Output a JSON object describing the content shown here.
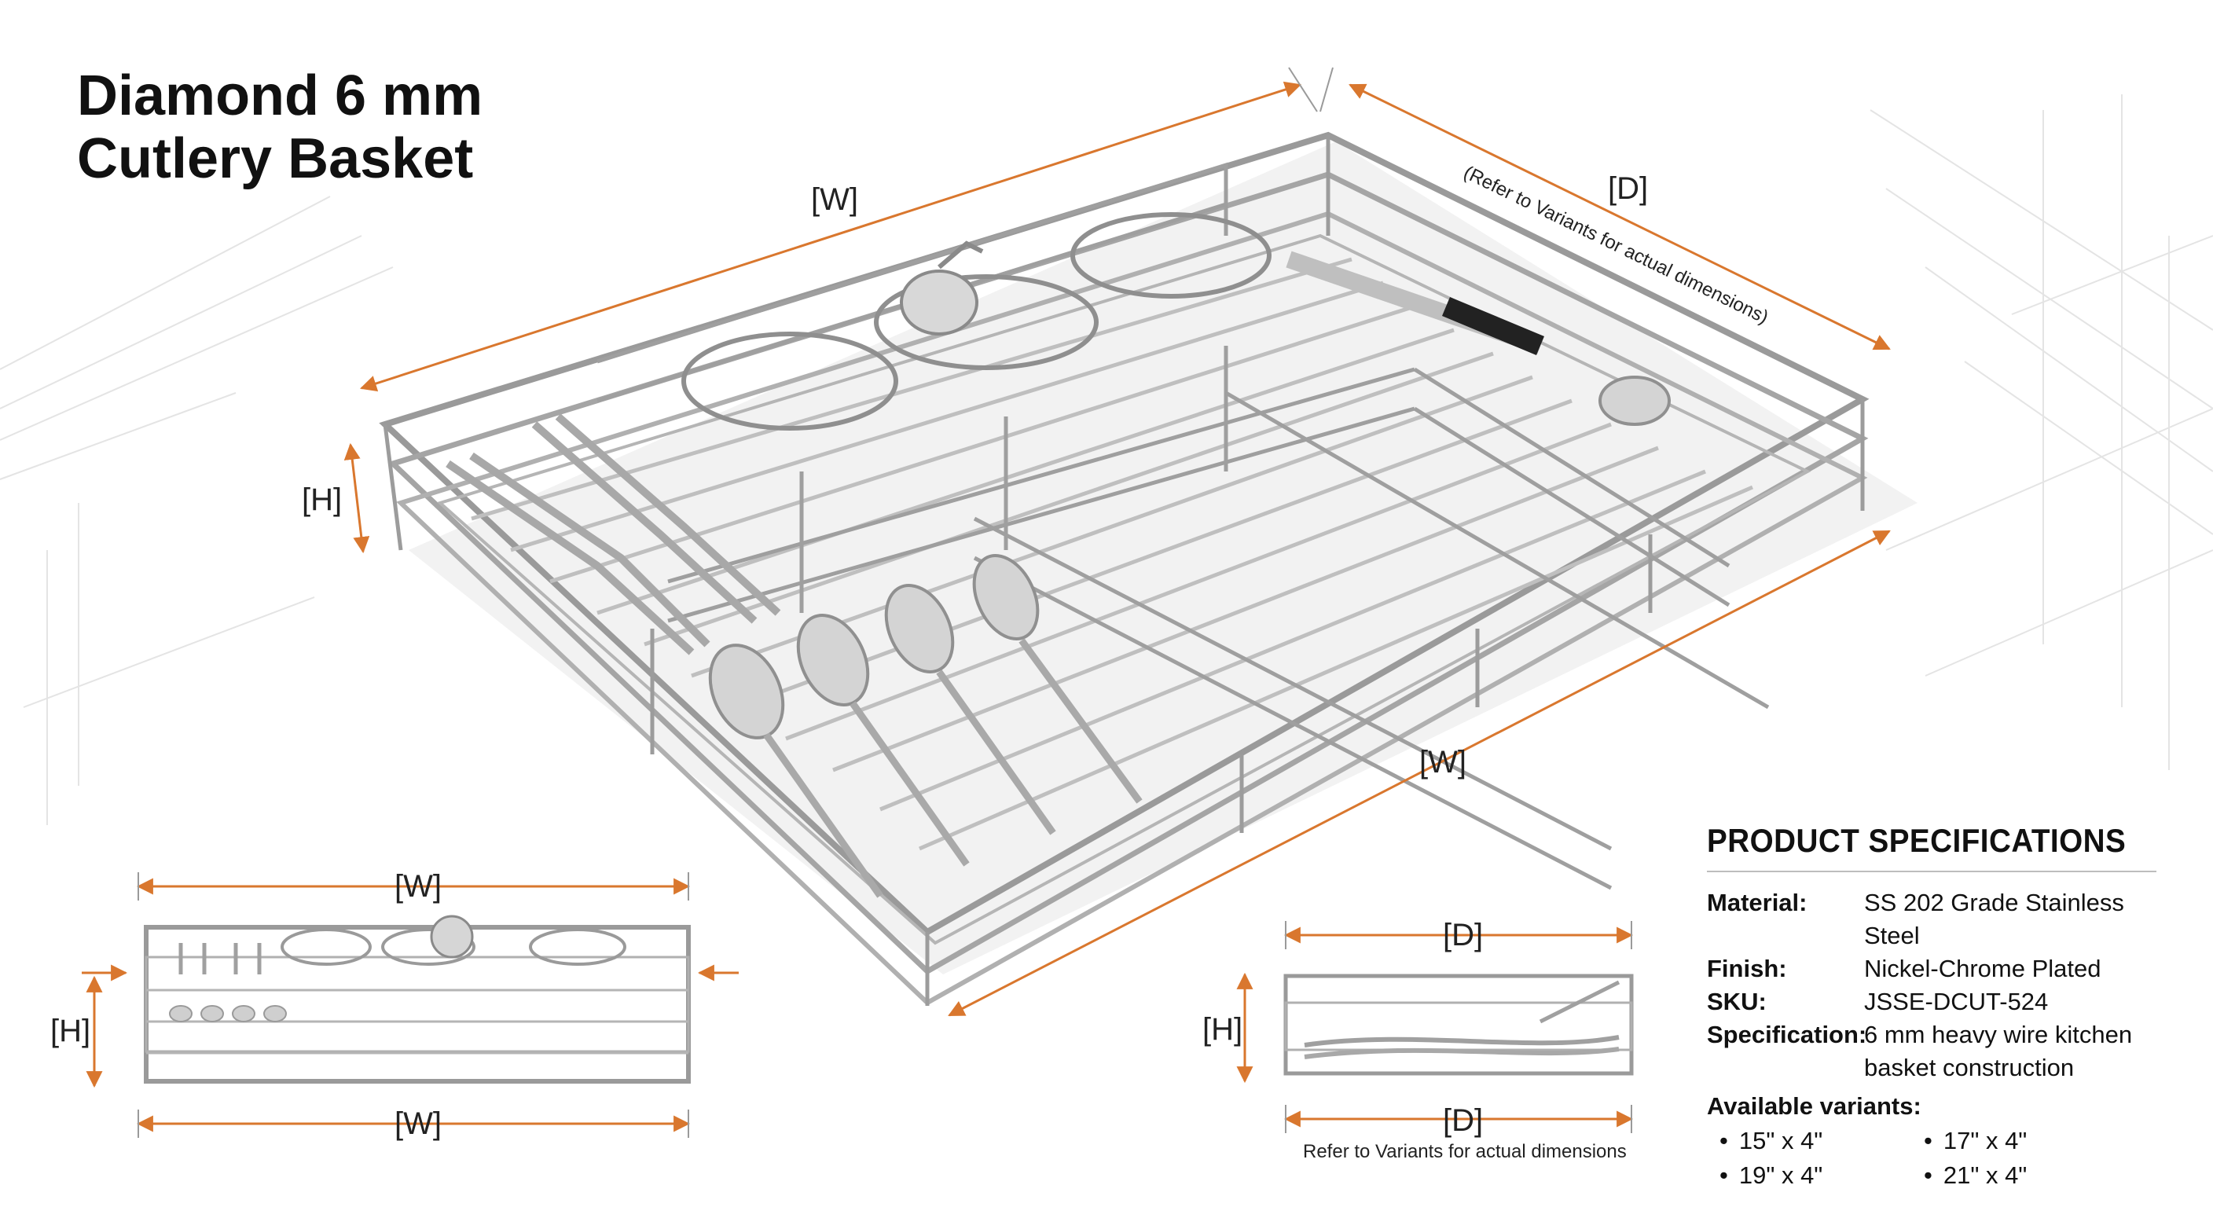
{
  "title": {
    "line1": "Diamond 6 mm",
    "line2": "Cutlery Basket"
  },
  "main_view": {
    "width_label_top": "[W]",
    "depth_label": "[D]",
    "height_label": "[H]",
    "width_label_front": "[W]",
    "depth_note": "(Refer to Variants for actual dimensions)"
  },
  "front_view": {
    "width_top": "[W]",
    "height": "[H]",
    "width_bottom": "[W]"
  },
  "side_view": {
    "depth_top": "[D]",
    "height": "[H]",
    "depth_bottom": "[D]",
    "note": "Refer to Variants for actual dimensions"
  },
  "specs": {
    "heading": "PRODUCT SPECIFICATIONS",
    "rows": [
      {
        "key": "Material:",
        "value": "SS 202 Grade Stainless Steel"
      },
      {
        "key": "Finish:",
        "value": "Nickel-Chrome Plated"
      },
      {
        "key": "SKU:",
        "value": "JSSE-DCUT-524"
      },
      {
        "key": "Specification:",
        "value": "6 mm heavy wire kitchen basket construction"
      }
    ],
    "variants_title": "Available variants:",
    "variants": [
      "15\" x 4\"",
      "17\" x 4\"",
      "19\" x 4\"",
      "21\" x 4\""
    ]
  },
  "colors": {
    "dimension": "#d9772e",
    "wire": "#8c8c8c",
    "text": "#111111"
  }
}
